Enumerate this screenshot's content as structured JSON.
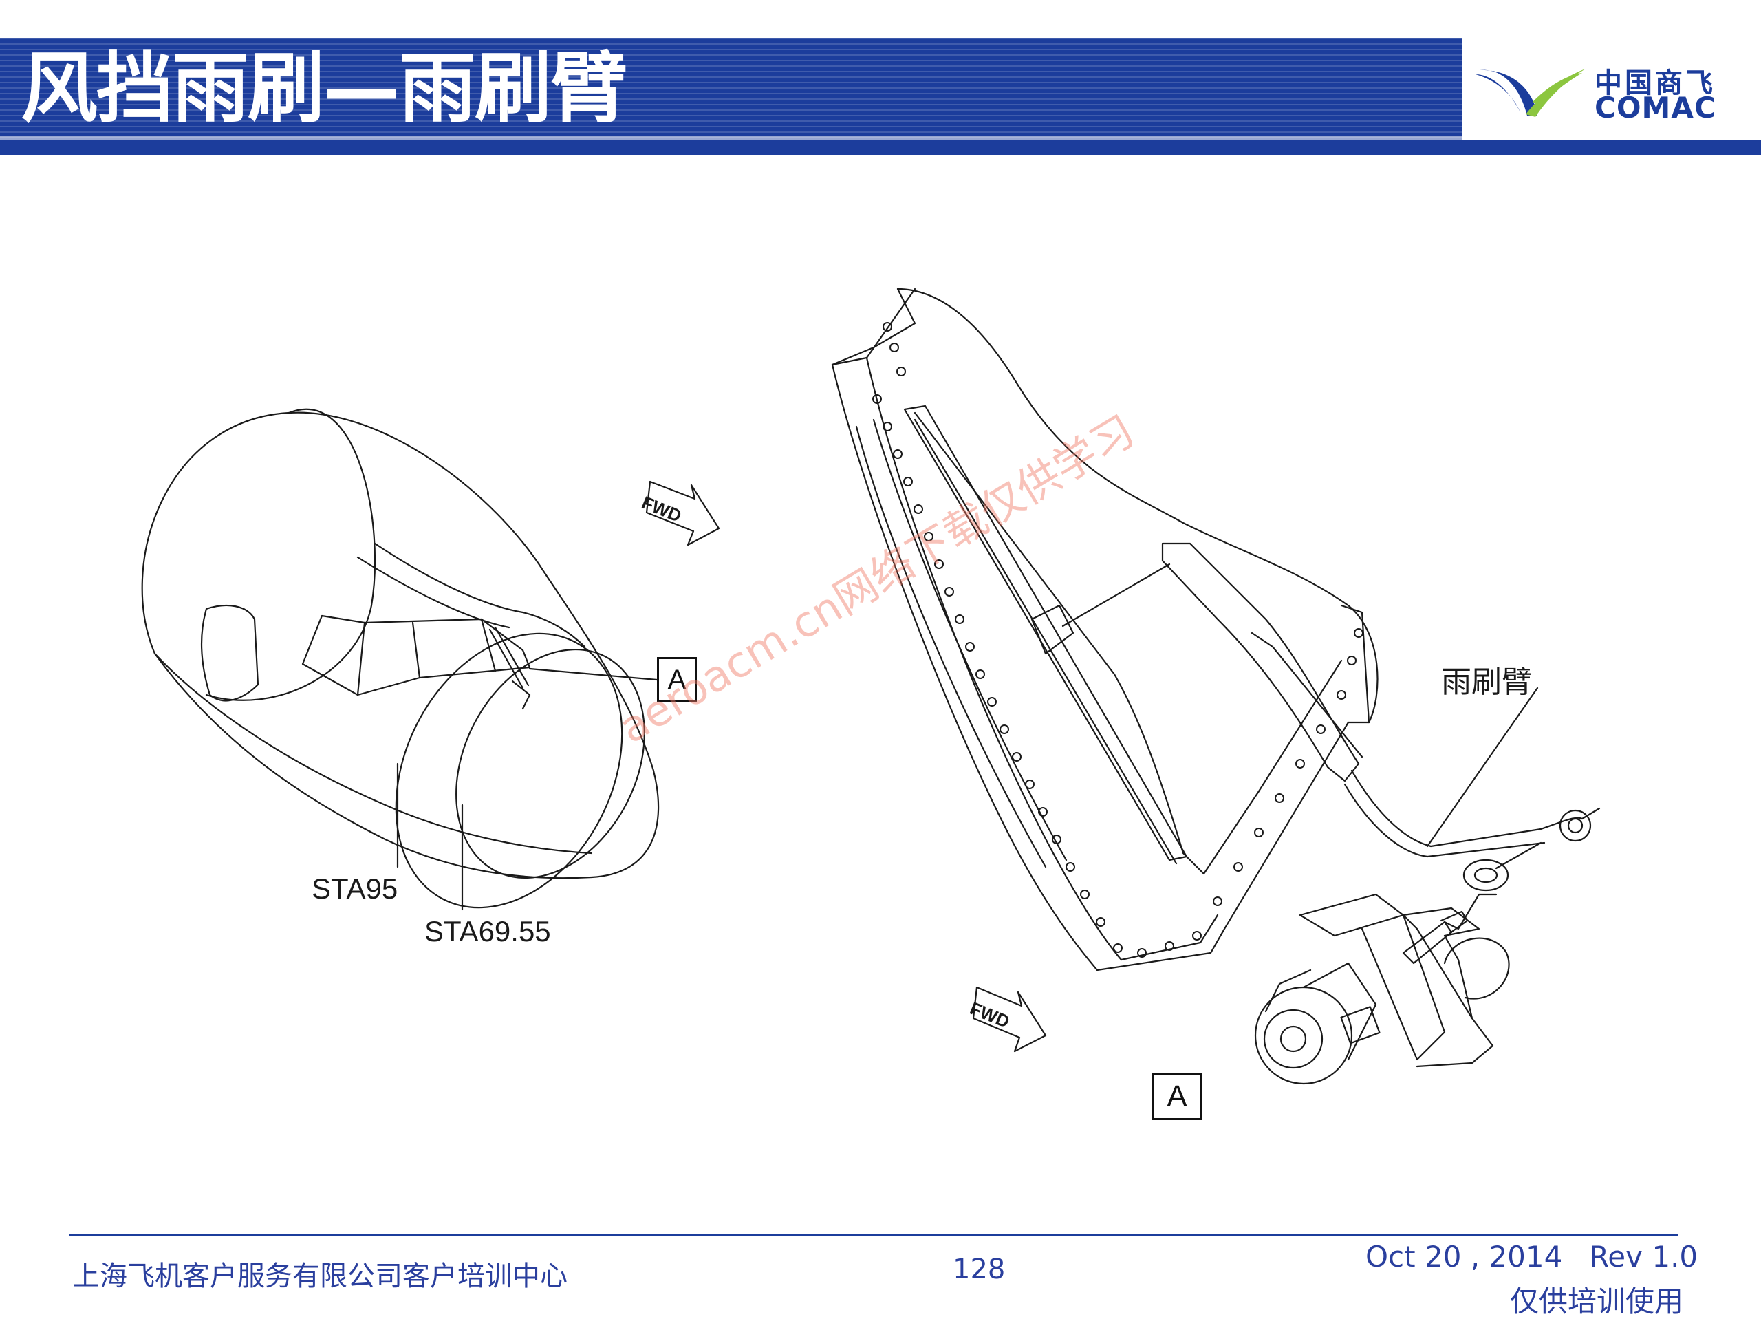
{
  "header": {
    "title": "风挡雨刷—雨刷臂",
    "logo_cn": "中国商飞",
    "logo_en": "COMAC",
    "brand_color": "#1c3d9c",
    "logo_green": "#8cc63f"
  },
  "figure": {
    "fwd_arrow_label": "FWD",
    "detail_ref": "A",
    "stations": [
      "STA95",
      "STA69.55"
    ],
    "callout_label": "雨刷臂"
  },
  "watermark": "aeroacm.cn网络下载仅供学习",
  "footer": {
    "organization": "上海飞机客户服务有限公司客户培训中心",
    "page_number": "128",
    "date": "Oct 20 , 2014",
    "revision": "Rev 1.0",
    "note": "仅供培训使用"
  }
}
